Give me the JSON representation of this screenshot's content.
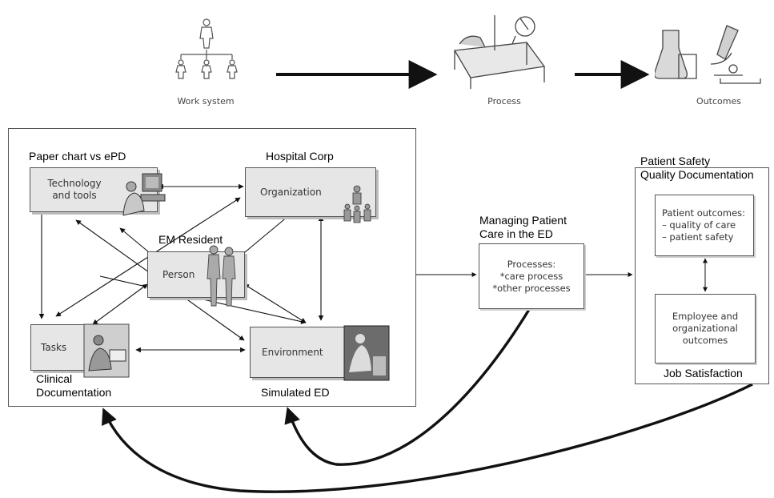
{
  "top_flow": {
    "work_system": "Work system",
    "process": "Process",
    "outcomes": "Outcomes"
  },
  "work_system": {
    "technology": {
      "line1": "Technology",
      "line2": "and tools",
      "annotation": "Paper chart vs ePD"
    },
    "organization": {
      "label": "Organization",
      "annotation": "Hospital Corp"
    },
    "person": {
      "label": "Person",
      "annotation": "EM Resident"
    },
    "tasks": {
      "label": "Tasks",
      "annotation_line1": "Clinical",
      "annotation_line2": "Documentation"
    },
    "environment": {
      "label": "Environment",
      "annotation": "Simulated ED"
    }
  },
  "process": {
    "annotation_line1": "Managing Patient",
    "annotation_line2": "Care in the ED",
    "title": "Processes:",
    "item1": "*care process",
    "item2": "*other processes"
  },
  "outcomes": {
    "annotation_line1": "Patient Safety",
    "annotation_line2": "Quality Documentation",
    "patient_title": "Patient outcomes:",
    "patient_item1": "– quality of care",
    "patient_item2": "– patient safety",
    "employee_line1": "Employee and",
    "employee_line2": "organizational",
    "employee_line3": "outcomes",
    "job_annotation": "Job Satisfaction"
  },
  "colors": {
    "line": "#111111",
    "box_fill": "#e6e6e6",
    "box_border": "#555555",
    "shadow": "#bdbdbd"
  },
  "icons": [
    "hierarchy-people-icon",
    "hospital-bed-icon",
    "lab-flask-microscope-icon"
  ]
}
